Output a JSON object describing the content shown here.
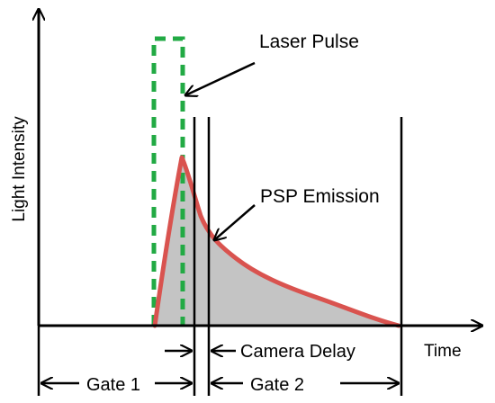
{
  "labels": {
    "y_axis": "Light Intensity",
    "x_axis": "Time",
    "laser_pulse": "Laser Pulse",
    "psp_emission": "PSP Emission",
    "camera_delay": "Camera Delay",
    "gate_1": "Gate 1",
    "gate_2": "Gate 2"
  },
  "colors": {
    "laser_pulse": "#22aa44",
    "emission_curve": "#d9534f",
    "emission_fill": "#c4c4c4",
    "axis": "#000000"
  }
}
